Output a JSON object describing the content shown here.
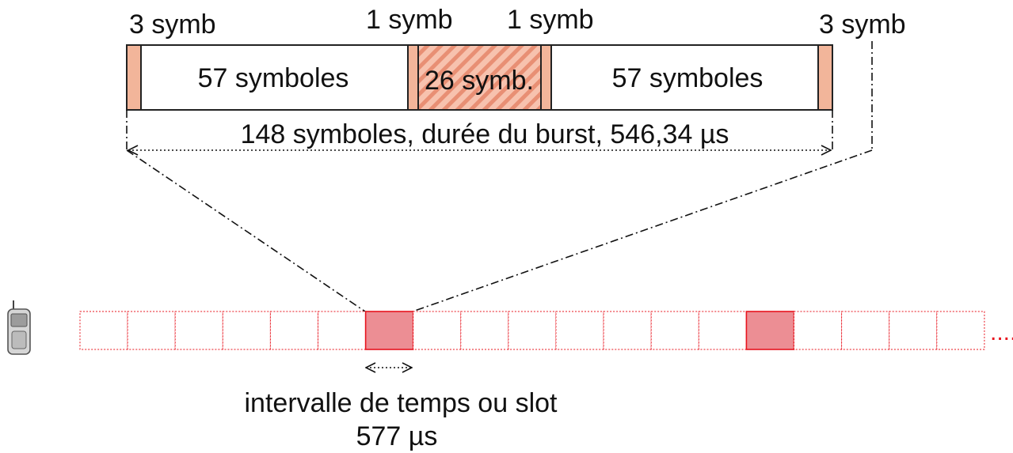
{
  "burst": {
    "segments": [
      {
        "key": "tail-left",
        "label": "3 symb",
        "inner": ""
      },
      {
        "key": "data-left",
        "label": "",
        "inner": "57 symboles"
      },
      {
        "key": "stealing-left",
        "label": "1 symb",
        "inner": ""
      },
      {
        "key": "training",
        "label": "",
        "inner": "26 symb."
      },
      {
        "key": "stealing-right",
        "label": "1 symb",
        "inner": ""
      },
      {
        "key": "data-right",
        "label": "",
        "inner": "57 symboles"
      },
      {
        "key": "tail-right",
        "label": "3 symb",
        "inner": ""
      }
    ],
    "duration_label": "148 symboles, durée du burst, 546,34 µs"
  },
  "frame": {
    "slot_count": 19,
    "active_slots": [
      6,
      14
    ],
    "continuation": "...."
  },
  "slot_caption": {
    "line1": "intervalle de temps ou slot",
    "line2": "577 µs"
  },
  "colors": {
    "slot_fill": "#ec8e94",
    "slot_border": "#e8141e",
    "tail_fill": "#f2b59a",
    "training_fill": "#f7c2ae",
    "training_hatch": "#e88f74",
    "line": "#111111"
  },
  "icons": {
    "mobile": "mobile-phone-icon"
  }
}
